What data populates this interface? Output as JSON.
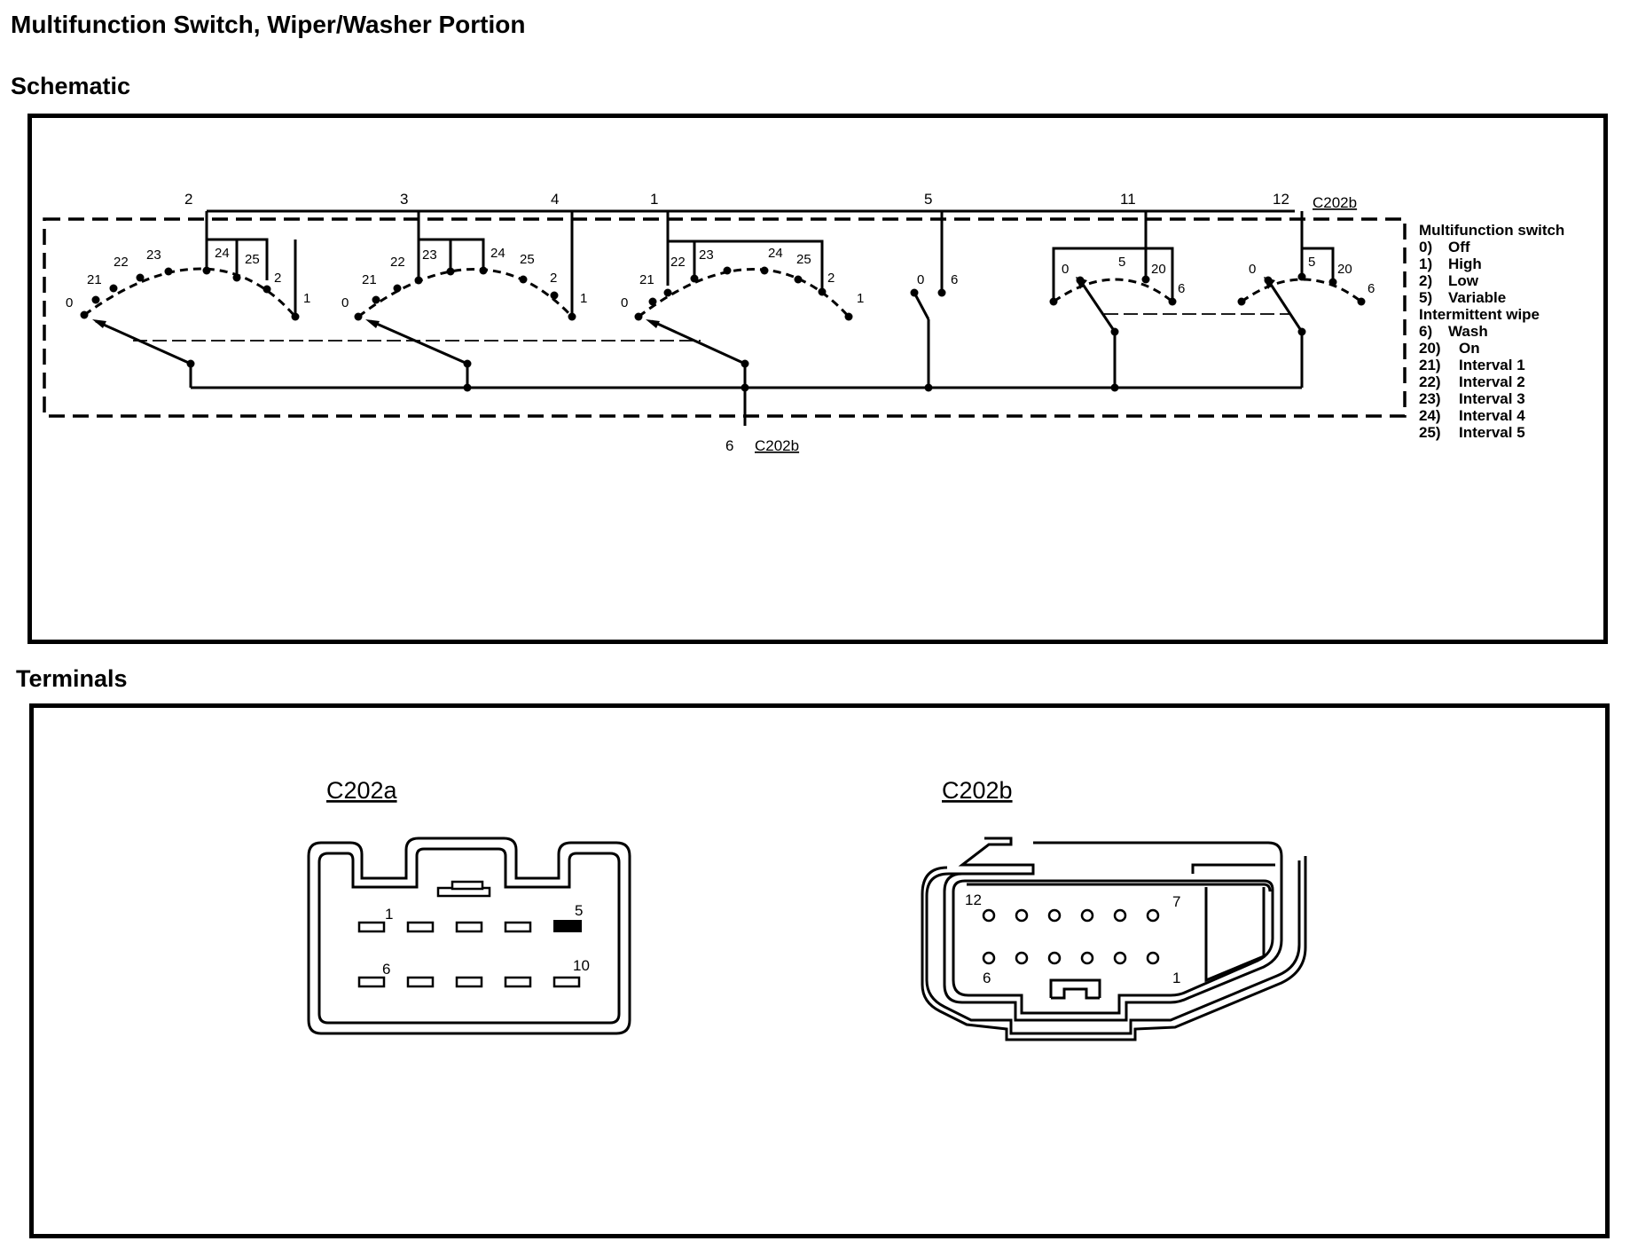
{
  "title": "Multifunction Switch, Wiper/Washer Portion",
  "schematic": {
    "heading": "Schematic",
    "connector_ref": "C202b",
    "top_pins": [
      {
        "id": "pin-2",
        "label": "2"
      },
      {
        "id": "pin-3",
        "label": "3"
      },
      {
        "id": "pin-4",
        "label": "4"
      },
      {
        "id": "pin-1",
        "label": "1"
      },
      {
        "id": "pin-5",
        "label": "5"
      },
      {
        "id": "pin-11",
        "label": "11"
      },
      {
        "id": "pin-12",
        "label": "12"
      }
    ],
    "bottom_pin": "6",
    "sections": [
      {
        "positions": [
          "0",
          "21",
          "22",
          "23",
          "24",
          "25",
          "2",
          "1"
        ]
      },
      {
        "positions": [
          "0",
          "21",
          "22",
          "23",
          "24",
          "25",
          "2",
          "1"
        ]
      },
      {
        "positions": [
          "0",
          "21",
          "22",
          "23",
          "24",
          "25",
          "2",
          "1"
        ]
      },
      {
        "positions": [
          "0",
          "6"
        ]
      },
      {
        "positions": [
          "0",
          "5",
          "20",
          "6"
        ]
      },
      {
        "positions": [
          "0",
          "5",
          "20",
          "6"
        ]
      }
    ],
    "legend": [
      {
        "code": "",
        "text": "Multifunction switch"
      },
      {
        "code": "0)",
        "text": "Off"
      },
      {
        "code": "1)",
        "text": "High"
      },
      {
        "code": "2)",
        "text": "Low"
      },
      {
        "code": "5)",
        "text": "Variable"
      },
      {
        "code": "",
        "text": "Intermittent wipe"
      },
      {
        "code": "6)",
        "text": "Wash"
      },
      {
        "code": "20)",
        "text": "On"
      },
      {
        "code": "21)",
        "text": "Interval 1"
      },
      {
        "code": "22)",
        "text": "Interval 2"
      },
      {
        "code": "23)",
        "text": "Interval 3"
      },
      {
        "code": "24)",
        "text": "Interval 4"
      },
      {
        "code": "25)",
        "text": "Interval 5"
      }
    ]
  },
  "terminals": {
    "heading": "Terminals",
    "connectors": [
      {
        "name": "C202a",
        "pin_labels": [
          "1",
          "5",
          "6",
          "10"
        ]
      },
      {
        "name": "C202b",
        "pin_labels": [
          "12",
          "7",
          "6",
          "1"
        ]
      }
    ]
  }
}
